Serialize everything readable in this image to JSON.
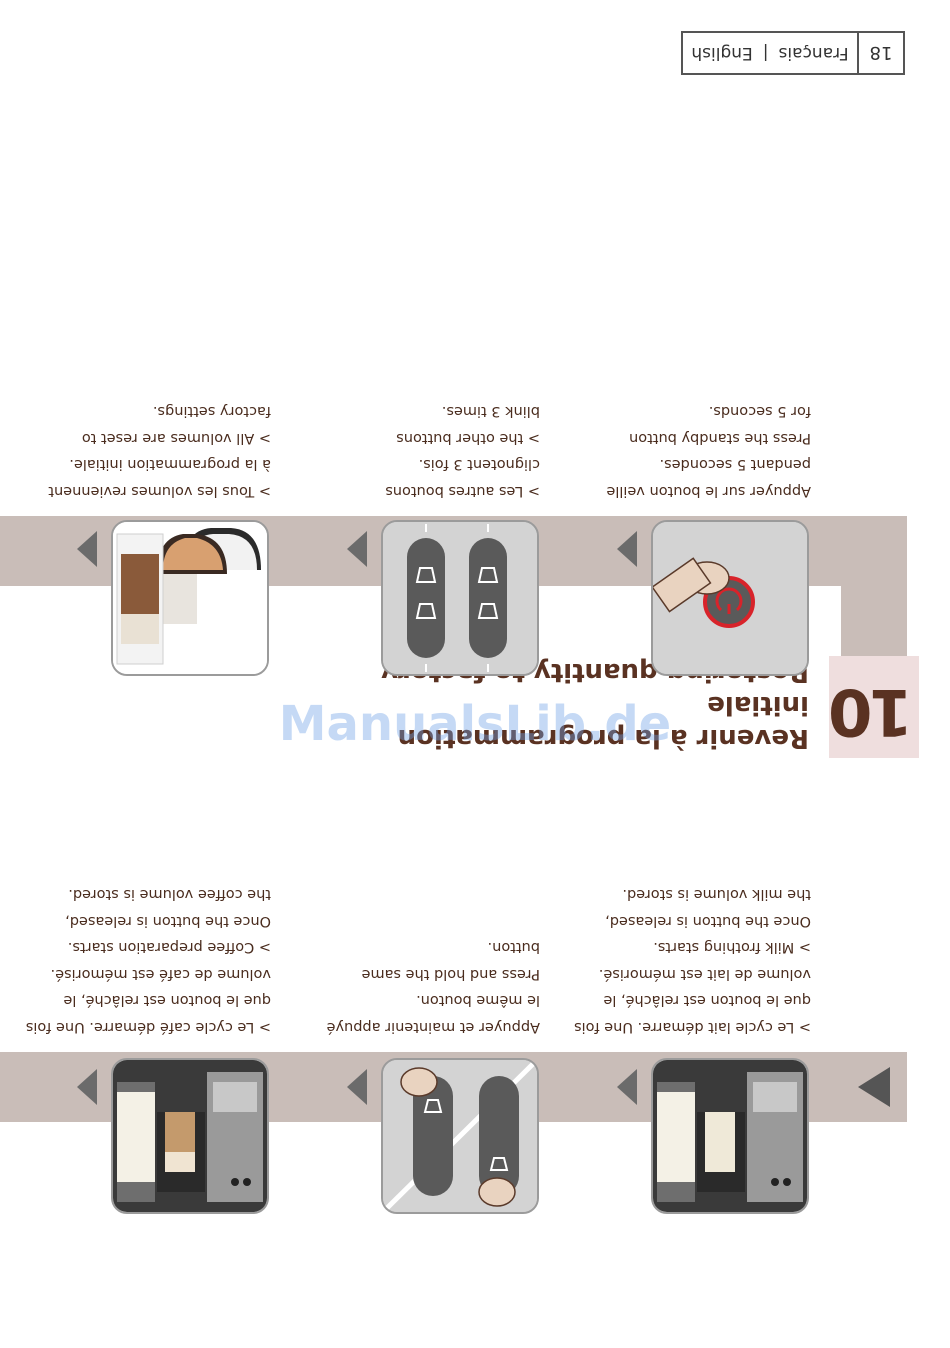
{
  "header": {
    "page_number": "18",
    "lang_fr": "Français",
    "separator": "|",
    "lang_en": "English"
  },
  "watermark": "ManualsLib.de",
  "top_steps": [
    {
      "lines": [
        "> Le cycle lait démarre. Une fois",
        "que le bouton est relâché, le",
        "volume de lait est mémorisé.",
        "> Milk frothing starts.",
        "Once the button is released,",
        "the milk volume is stored."
      ]
    },
    {
      "lines": [
        "Appuyer et maintenir appuyé",
        "le même bouton.",
        "Press and hold the same",
        "button."
      ]
    },
    {
      "lines": [
        "> Le cycle café démarre. Une fois",
        "que le bouton est relâché, le",
        "volume de café est mémorisé.",
        "> Coffee preparation starts.",
        "Once the button is released,",
        "the coffee volume is stored."
      ]
    }
  ],
  "section": {
    "number": "10",
    "title_fr": "Revenir à la programmation initiale",
    "title_en": "Restoring quantity to factory settings"
  },
  "bottom_steps": [
    {
      "lines": [
        "Appuyer sur le bouton veille",
        "pendant 5 secondes.",
        "Press the standby button",
        "for 5 seconds."
      ]
    },
    {
      "lines": [
        "> Les autres boutons",
        "clignotent 3 fois.",
        "> the other buttons",
        "blink 3 times."
      ]
    },
    {
      "lines": [
        "> Tous les volumes reviennent",
        "à la programmation initiale.",
        "> All volumes are reset to",
        "factory settings."
      ]
    }
  ],
  "colors": {
    "band": "#c9bdb8",
    "text": "#4a2c1e",
    "number_box": "#efdede",
    "standby_ring": "#d8232a"
  },
  "icons": [
    "play-arrow-icon",
    "finger-press-icon",
    "standby-button-icon",
    "cup-icon",
    "coffee-machine-image",
    "glasses-image"
  ]
}
